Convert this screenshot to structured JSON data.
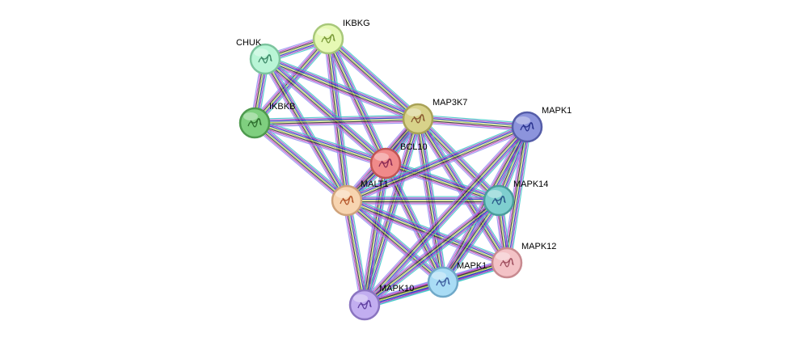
{
  "network": {
    "nodes": [
      {
        "id": "IKBKG",
        "label": "IKBKG",
        "fill": "#e6f9b4",
        "stroke": "#a8c87a",
        "glyph": "#7a9a3a"
      },
      {
        "id": "CHUK",
        "label": "CHUK",
        "fill": "#b9f5d6",
        "stroke": "#7cc49e",
        "glyph": "#3f8a6a"
      },
      {
        "id": "IKBKB",
        "label": "IKBKB",
        "fill": "#7fcf7f",
        "stroke": "#4e9a4e",
        "glyph": "#2f6f2f"
      },
      {
        "id": "MAP3K7",
        "label": "MAP3K7",
        "fill": "#d8d28a",
        "stroke": "#a9a257",
        "glyph": "#8a5a30"
      },
      {
        "id": "MAPK1",
        "label": "MAPK1",
        "fill": "#8c94dc",
        "stroke": "#555da8",
        "glyph": "#2c3590"
      },
      {
        "id": "BCL10",
        "label": "BCL10",
        "fill": "#f08a8a",
        "stroke": "#c25555",
        "glyph": "#8a2a55"
      },
      {
        "id": "MALT1",
        "label": "MALT1",
        "fill": "#f7d4b0",
        "stroke": "#cfa27a",
        "glyph": "#b5562a"
      },
      {
        "id": "MAPK14",
        "label": "MAPK14",
        "fill": "#7fcfcf",
        "stroke": "#4a9c9c",
        "glyph": "#2a5a8a"
      },
      {
        "id": "MAPK12",
        "label": "MAPK12",
        "fill": "#f3c2c6",
        "stroke": "#c88a90",
        "glyph": "#a05060"
      },
      {
        "id": "MAPK1b",
        "label": "MAPK1",
        "fill": "#a9dcf5",
        "stroke": "#6fa8c8",
        "glyph": "#4060a0"
      },
      {
        "id": "MAPK10",
        "label": "MAPK10",
        "fill": "#c2aef0",
        "stroke": "#8a74c0",
        "glyph": "#6040a0"
      }
    ],
    "edges": [
      {
        "a": "IKBKG",
        "b": "CHUK"
      },
      {
        "a": "IKBKG",
        "b": "IKBKB"
      },
      {
        "a": "IKBKG",
        "b": "MAP3K7"
      },
      {
        "a": "IKBKG",
        "b": "MALT1"
      },
      {
        "a": "IKBKG",
        "b": "BCL10"
      },
      {
        "a": "CHUK",
        "b": "IKBKB"
      },
      {
        "a": "CHUK",
        "b": "MAP3K7"
      },
      {
        "a": "CHUK",
        "b": "MALT1"
      },
      {
        "a": "CHUK",
        "b": "BCL10"
      },
      {
        "a": "IKBKB",
        "b": "MAP3K7"
      },
      {
        "a": "IKBKB",
        "b": "MALT1"
      },
      {
        "a": "IKBKB",
        "b": "BCL10"
      },
      {
        "a": "MAP3K7",
        "b": "MAPK1"
      },
      {
        "a": "MAP3K7",
        "b": "BCL10"
      },
      {
        "a": "MAP3K7",
        "b": "MALT1"
      },
      {
        "a": "MAP3K7",
        "b": "MAPK14"
      },
      {
        "a": "MAP3K7",
        "b": "MAPK12"
      },
      {
        "a": "MAP3K7",
        "b": "MAPK1b"
      },
      {
        "a": "MAP3K7",
        "b": "MAPK10"
      },
      {
        "a": "BCL10",
        "b": "MALT1"
      },
      {
        "a": "BCL10",
        "b": "MAPK14"
      },
      {
        "a": "BCL10",
        "b": "MAPK1b"
      },
      {
        "a": "BCL10",
        "b": "MAPK10"
      },
      {
        "a": "MALT1",
        "b": "MAPK1"
      },
      {
        "a": "MALT1",
        "b": "MAPK14"
      },
      {
        "a": "MALT1",
        "b": "MAPK12"
      },
      {
        "a": "MALT1",
        "b": "MAPK1b"
      },
      {
        "a": "MALT1",
        "b": "MAPK10"
      },
      {
        "a": "MAPK1",
        "b": "MAPK14"
      },
      {
        "a": "MAPK1",
        "b": "MAPK12"
      },
      {
        "a": "MAPK1",
        "b": "MAPK1b"
      },
      {
        "a": "MAPK1",
        "b": "MAPK10"
      },
      {
        "a": "MAPK14",
        "b": "MAPK12"
      },
      {
        "a": "MAPK14",
        "b": "MAPK1b"
      },
      {
        "a": "MAPK14",
        "b": "MAPK10"
      },
      {
        "a": "MAPK12",
        "b": "MAPK1b"
      },
      {
        "a": "MAPK12",
        "b": "MAPK10"
      },
      {
        "a": "MAPK1b",
        "b": "MAPK10"
      }
    ],
    "edge_colors": [
      "#3ec8c8",
      "#a040c0",
      "#2030c0",
      "#b0d050",
      "#303030",
      "#c040c0",
      "#9090f0"
    ]
  }
}
